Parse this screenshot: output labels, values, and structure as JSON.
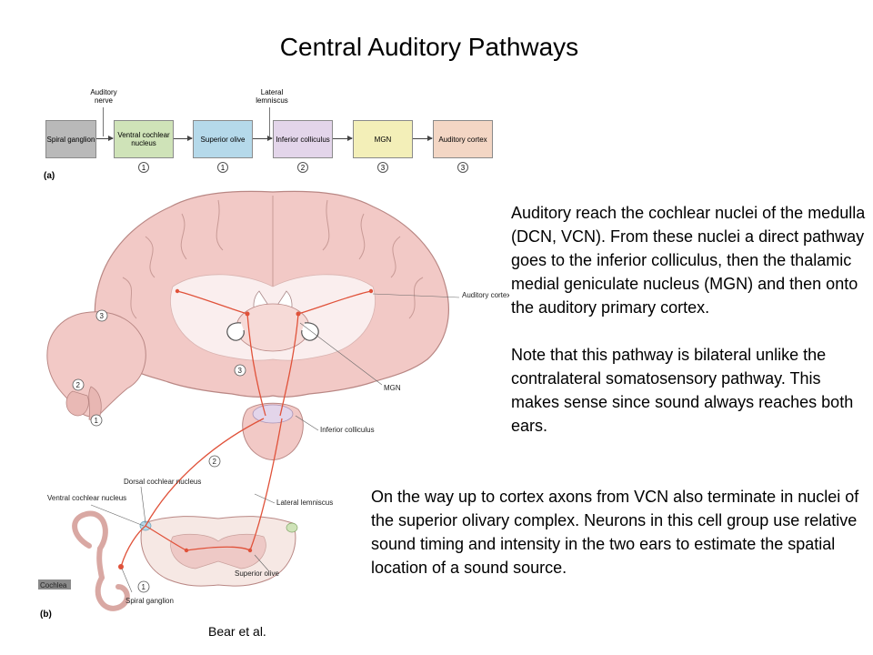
{
  "title": "Central Auditory Pathways",
  "paragraph1": "Auditory reach the cochlear nuclei of the medulla (DCN, VCN). From these nuclei a direct pathway goes to the inferior colliculus, then the thalamic medial geniculate nucleus (MGN) and then onto the auditory primary cortex.",
  "paragraph2": "Note that this pathway is bilateral unlike the contralateral somatosensory pathway. This makes sense since sound always reaches both ears.",
  "paragraph3": "On the way up to cortex axons from VCN also terminate in nuclei of the superior olivary complex. Neurons in this cell group use relative sound timing and intensity in the two ears to estimate the spatial location of a sound source.",
  "credit": "Bear et al.",
  "flow": {
    "panel_label": "(a)",
    "top_labels": {
      "auditory_nerve": "Auditory nerve",
      "lateral_lemniscus": "Lateral lemniscus"
    },
    "boxes": [
      {
        "label": "Spiral ganglion",
        "color": "#b9b9b9",
        "num": ""
      },
      {
        "label": "Ventral cochlear nucleus",
        "color": "#cfe3b8",
        "num": "1"
      },
      {
        "label": "Superior olive",
        "color": "#b5d9ea",
        "num": "1"
      },
      {
        "label": "Inferior colliculus",
        "color": "#e3d5ea",
        "num": "2"
      },
      {
        "label": "MGN",
        "color": "#f3efb8",
        "num": "3"
      },
      {
        "label": "Auditory cortex",
        "color": "#f3d6c4",
        "num": "3"
      }
    ]
  },
  "figure": {
    "panel_label": "(b)",
    "labels": {
      "auditory_cortex": "Auditory cortex",
      "mgn": "MGN",
      "inferior_colliculus": "Inferior colliculus",
      "lateral_lemniscus": "Lateral lemniscus",
      "dorsal_cochlear_nucleus": "Dorsal cochlear nucleus",
      "ventral_cochlear_nucleus": "Ventral cochlear nucleus",
      "superior_olive": "Superior olive",
      "cochlea": "Cochlea",
      "spiral_ganglion": "Spiral ganglion"
    },
    "markers": {
      "m3_top": "3",
      "m2_side": "2",
      "m1_side": "1",
      "m3_mid": "3",
      "m2_mid": "2",
      "m1_bottom": "1"
    },
    "colors": {
      "brain": "#f2c9c6",
      "brain_outline": "#b98784",
      "pathway": "#e0523a",
      "white_matter": "#faeeee"
    }
  }
}
